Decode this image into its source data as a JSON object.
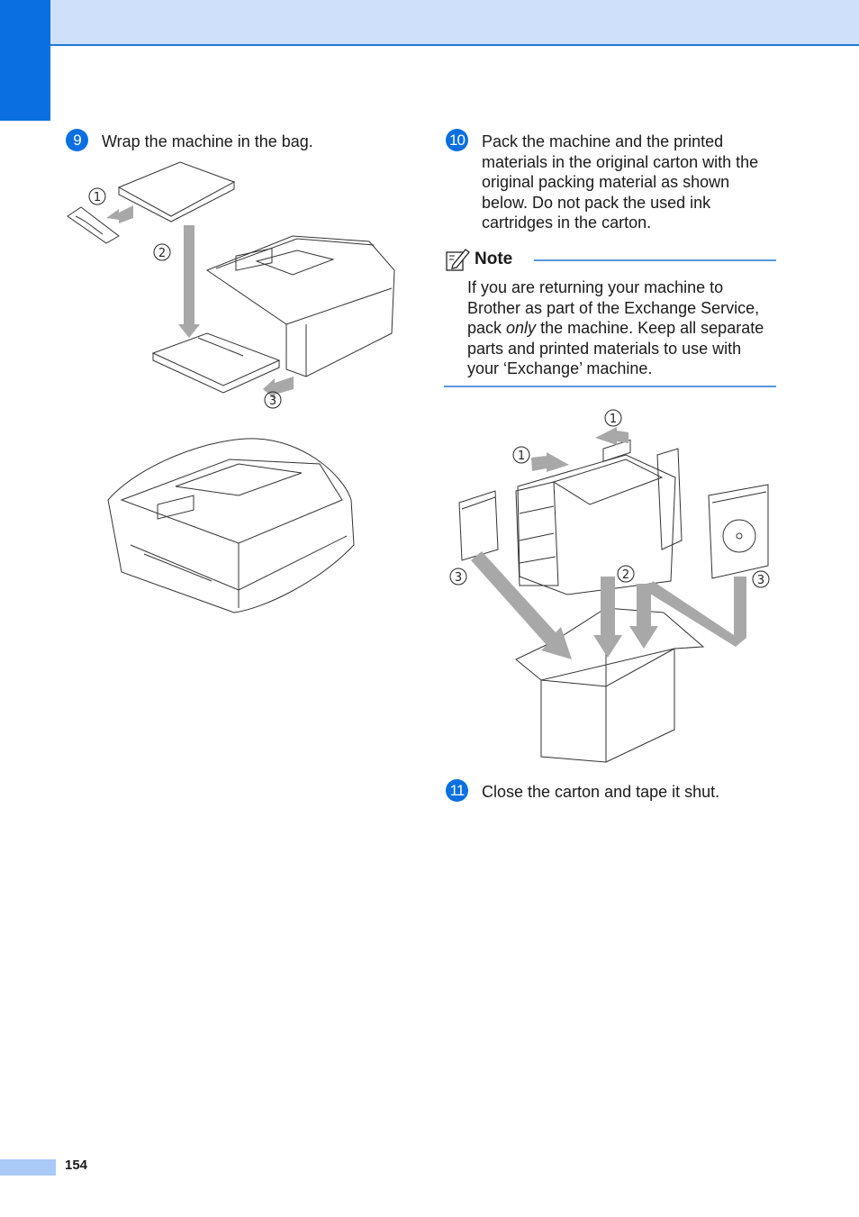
{
  "steps": [
    {
      "num": "9",
      "text": "Wrap the machine in the bag."
    },
    {
      "num": "10",
      "text": "Pack the machine and the printed materials in the original carton with the original packing material as shown below. Do not pack the used ink cartridges in the carton."
    },
    {
      "num": "11",
      "text": "Close the carton and tape it shut."
    }
  ],
  "note": {
    "title": "Note",
    "body_before": "If you are returning your machine to Brother as part of the Exchange Service, pack ",
    "body_emph": "only",
    "body_after": " the machine. Keep all separate parts and printed materials to use with your ‘Exchange’ machine."
  },
  "callouts": {
    "one": "1",
    "two": "2",
    "three": "3"
  },
  "page_number": "154",
  "colors": {
    "accent": "#0a6fe0",
    "header": "#cfe0fb",
    "rule": "#5b97e0",
    "arrow": "#a8a8a8"
  }
}
